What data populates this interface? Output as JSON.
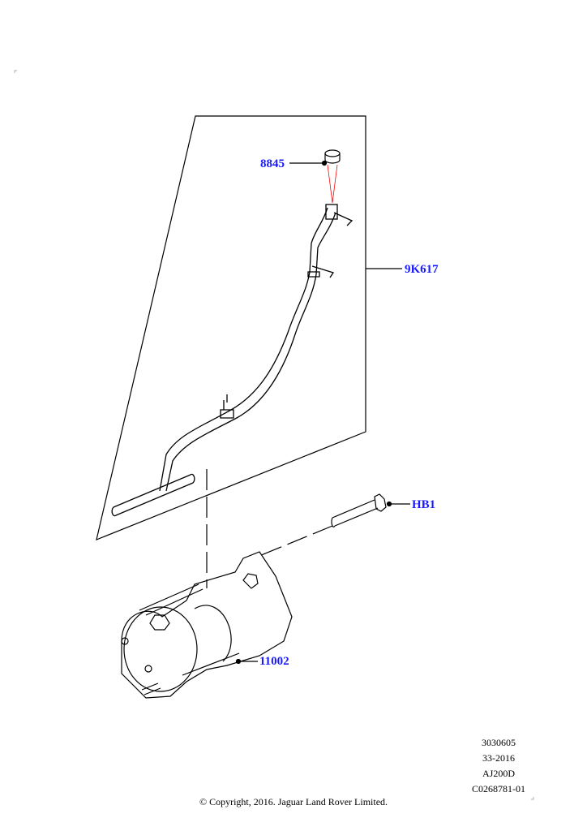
{
  "callouts": {
    "part_8845": "8845",
    "part_9k617": "9K617",
    "part_hb1": "HB1",
    "part_11002": "11002"
  },
  "reference": {
    "line1": "3030605",
    "line2": "33-2016",
    "line3": "AJ200D",
    "line4": "C0268781-01"
  },
  "copyright": "© Copyright, 2016. Jaguar Land Rover Limited.",
  "colors": {
    "callout": "#1a1aff",
    "leader_red": "#ff0000"
  }
}
